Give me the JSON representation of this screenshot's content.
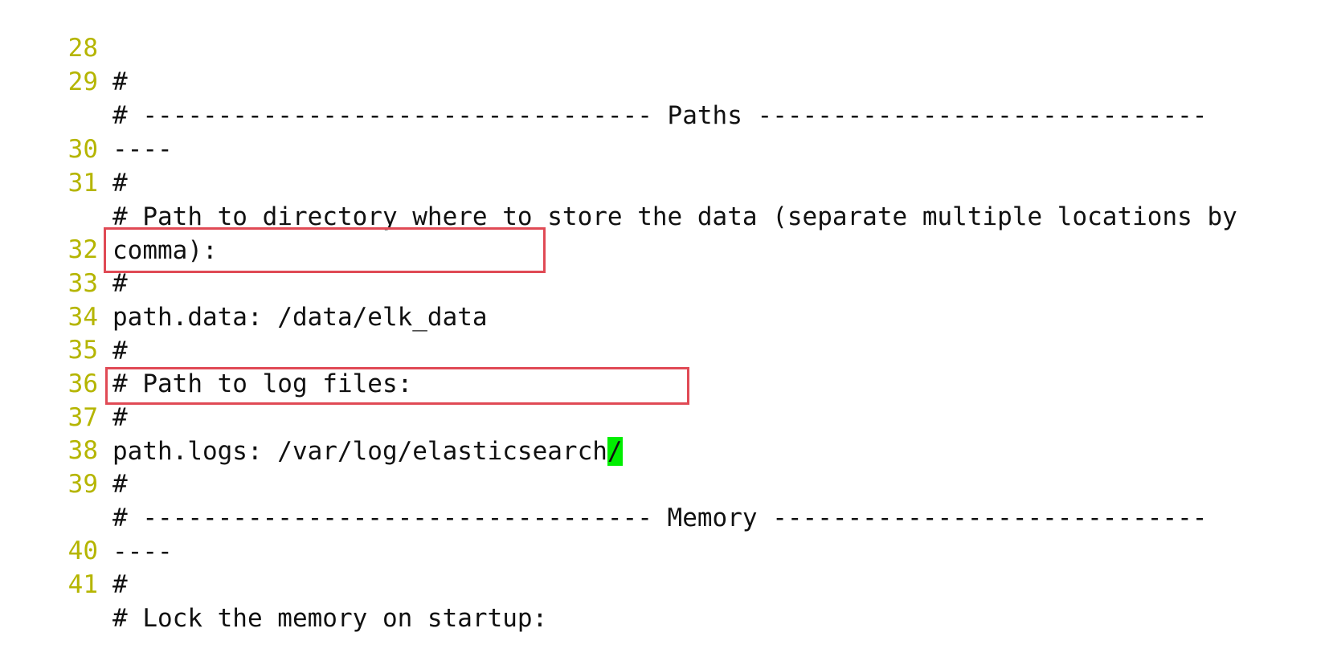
{
  "editor": {
    "lines": [
      {
        "num": "28",
        "text": "#"
      },
      {
        "num": "29",
        "text": "# ---------------------------------- Paths ------------------------------"
      },
      {
        "num": "",
        "text": "----"
      },
      {
        "num": "30",
        "text": "#"
      },
      {
        "num": "31",
        "text": "# Path to directory where to store the data (separate multiple locations by"
      },
      {
        "num": "",
        "text": "comma):"
      },
      {
        "num": "32",
        "text": "#"
      },
      {
        "num": "33",
        "text": "path.data: /data/elk_data"
      },
      {
        "num": "34",
        "text": "#"
      },
      {
        "num": "35",
        "text": "# Path to log files:"
      },
      {
        "num": "36",
        "text": "#"
      },
      {
        "num": "37",
        "text": "path.logs: /var/log/elasticsearch",
        "cursor": "/"
      },
      {
        "num": "38",
        "text": "#"
      },
      {
        "num": "39",
        "text": "# ---------------------------------- Memory -----------------------------"
      },
      {
        "num": "",
        "text": "----"
      },
      {
        "num": "40",
        "text": "#"
      },
      {
        "num": "41",
        "text": "# Lock the memory on startup:"
      }
    ]
  },
  "colors": {
    "line_number": "#b5b500",
    "text": "#111111",
    "cursor_bg": "#00ee00",
    "highlight_border": "#e04a55"
  }
}
